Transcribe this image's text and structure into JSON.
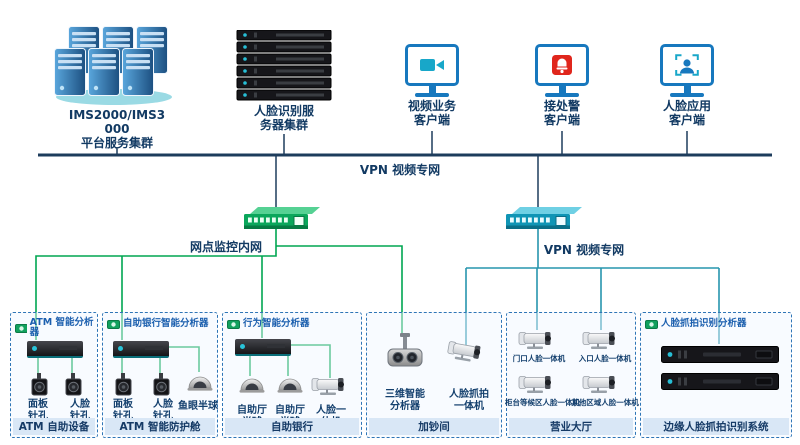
{
  "top_nodes": [
    {
      "label": "IMS2000/IMS3\n000\n平台服务集群"
    },
    {
      "label": "人脸识别服\n务器集群"
    },
    {
      "label": "视频业务\n客户端"
    },
    {
      "label": "接处警\n客户端"
    },
    {
      "label": "人脸应用\n客户端"
    }
  ],
  "network": {
    "backbone_label": "VPN 视频专网",
    "branch_switch_label": "网点监控内网",
    "vpn_switch_label": "VPN 视频专网"
  },
  "zones": [
    {
      "title": "ATM 智能分析器",
      "footer": "ATM 自助设备",
      "devices": [
        "面板\n针孔",
        "人脸\n针孔"
      ]
    },
    {
      "title": "自助银行智能分析器",
      "footer": "ATM 智能防护舱",
      "devices": [
        "面板\n针孔",
        "人脸\n针孔",
        "鱼眼半球"
      ]
    },
    {
      "title": "行为智能分析器",
      "footer": "自助银行",
      "devices": [
        "自助厅\n半球",
        "自助厅\n半球",
        "人脸一\n体机"
      ]
    },
    {
      "title": "",
      "footer": "加钞间",
      "devices": [
        "三维智能\n分析器",
        "人脸抓拍\n一体机"
      ]
    },
    {
      "title": "",
      "footer": "营业大厅",
      "devices": [
        "门口人脸一体机",
        "入口人脸一体机",
        "柜台等候区人脸一体机",
        "其他区域人脸一体机"
      ]
    },
    {
      "title": "人脸抓拍识别分析器",
      "footer": "边缘人脸抓拍识别系统",
      "devices": []
    }
  ],
  "colors": {
    "backbone": "#1d3c5c",
    "green_line": "#00a651",
    "teal_line": "#2795ad",
    "zone_border": "#2e75b6",
    "client_blue": "#1778be",
    "alarm_red": "#e0261c",
    "switch_green": "#0aa65b",
    "switch_teal": "#1095b5"
  }
}
